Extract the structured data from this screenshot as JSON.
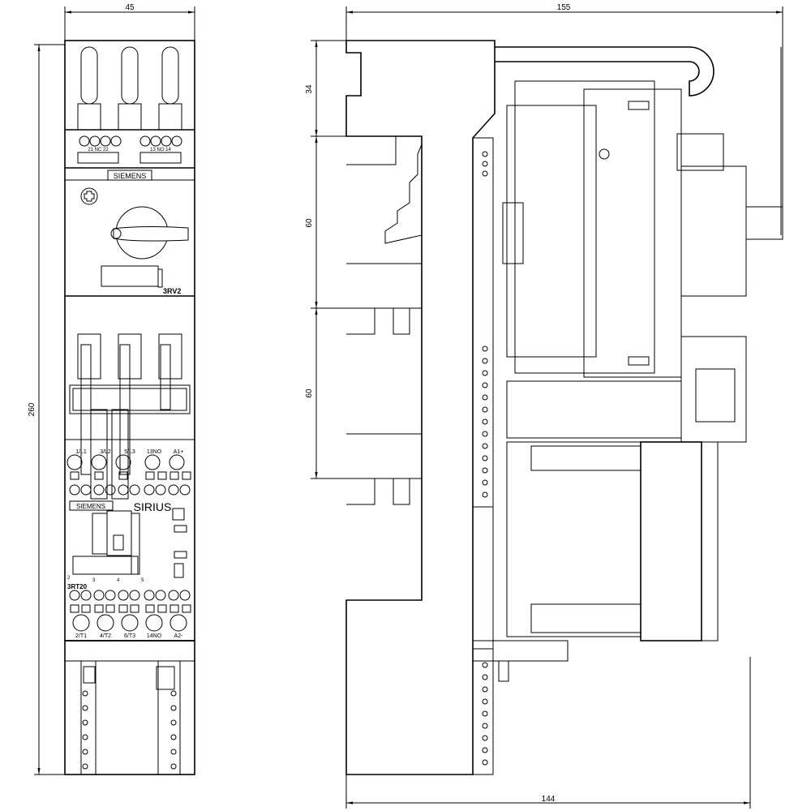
{
  "dimensions": {
    "front_width": "45",
    "front_height": "260",
    "side_depth_top": "155",
    "side_depth_bottom": "144",
    "rail_offset": "34",
    "spacing_1": "60",
    "spacing_2": "60"
  },
  "front_view": {
    "brand_top": "SIEMENS",
    "brand_contactor": "SIEMENS",
    "series": "SIRIUS",
    "breaker_model": "3RV2",
    "contactor_model": "3RT20",
    "aux_left": "21 NC 22",
    "aux_right": "13 NO 14",
    "top_terminals": [
      "1/L1",
      "3/L2",
      "5/L3",
      "13NO",
      "A1+"
    ],
    "bottom_terminals": [
      "2/T1",
      "4/T2",
      "6/T3",
      "14NO",
      "A2-"
    ],
    "small_numbers": [
      "2",
      "3",
      "4",
      "5"
    ]
  }
}
